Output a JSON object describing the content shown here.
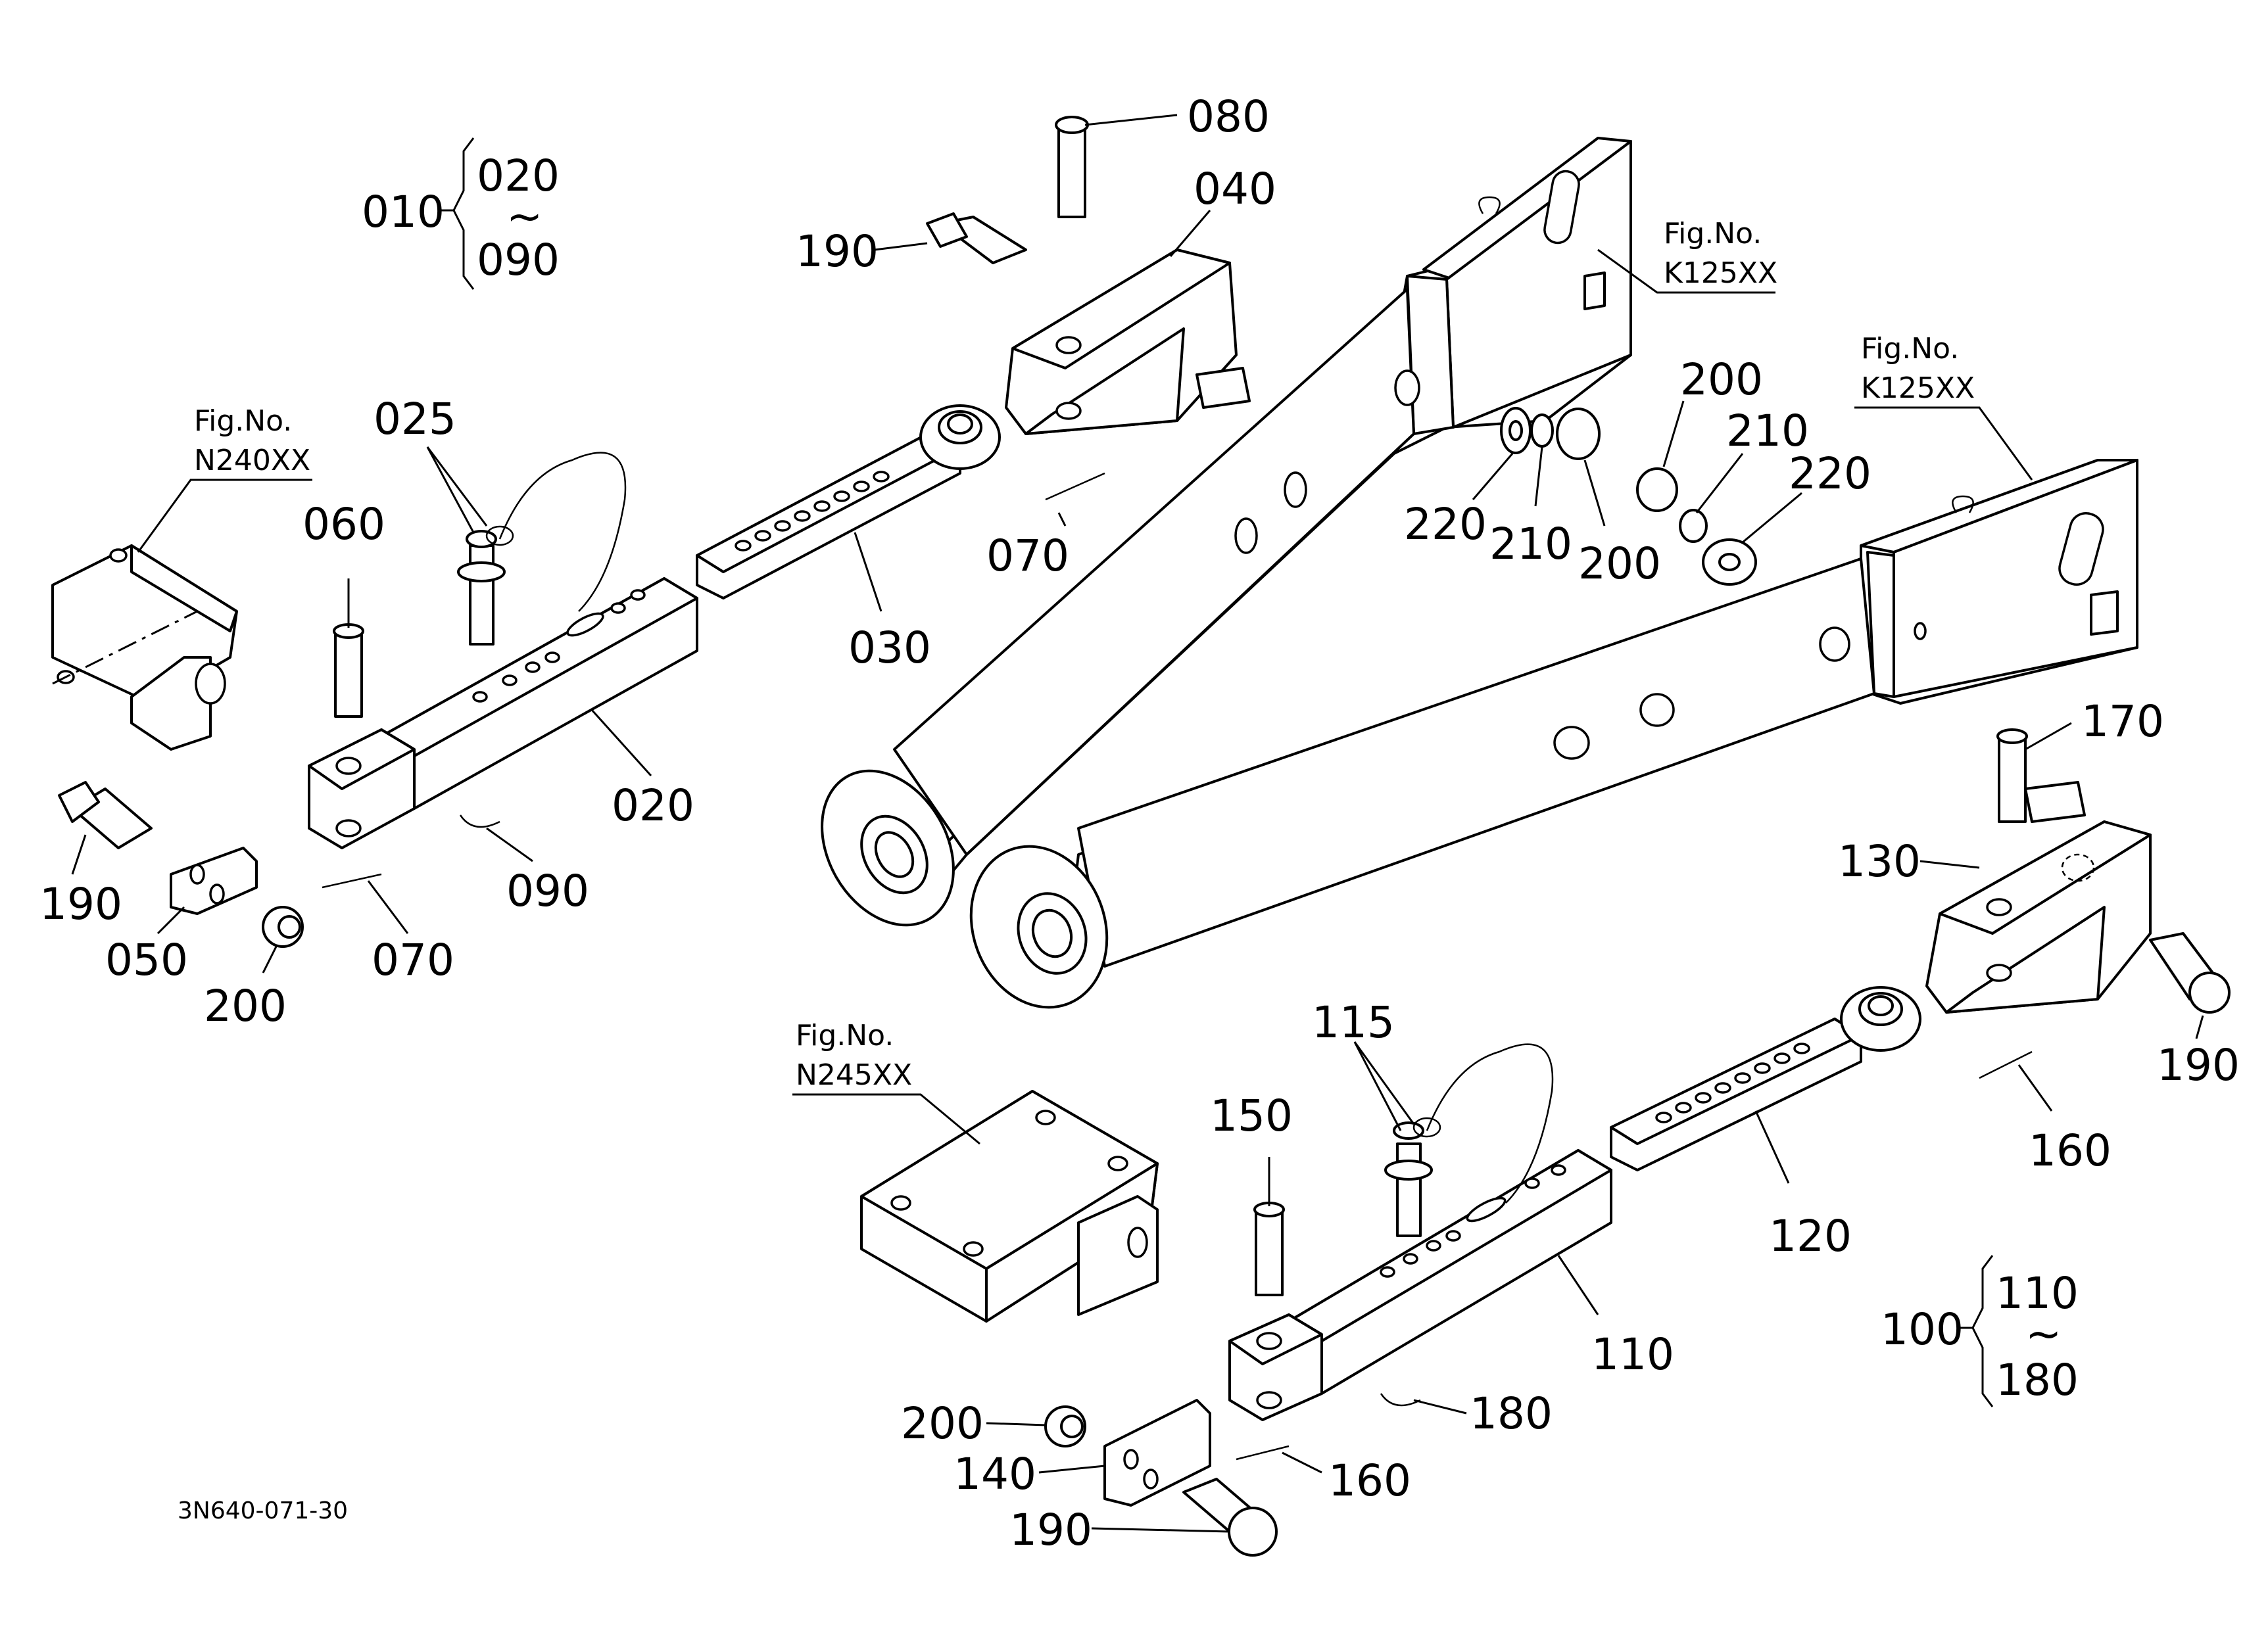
{
  "diagram": {
    "drawing_code": "3N640-071-30",
    "figure_refs": [
      {
        "id": "fig-k125-upper",
        "line1": "Fig.No.",
        "line2": "K125XX"
      },
      {
        "id": "fig-k125-lower",
        "line1": "Fig.No.",
        "line2": "K125XX"
      },
      {
        "id": "fig-n240",
        "line1": "Fig.No.",
        "line2": "N240XX"
      },
      {
        "id": "fig-n245",
        "line1": "Fig.No.",
        "line2": "N245XX"
      }
    ],
    "assembly_groups": [
      {
        "assembly": "010",
        "from": "020",
        "tilde": "~",
        "to": "090"
      },
      {
        "assembly": "100",
        "from": "110",
        "tilde": "~",
        "to": "180"
      }
    ],
    "callouts": [
      "080",
      "040",
      "190",
      "025",
      "060",
      "030",
      "070",
      "020",
      "090",
      "190",
      "050",
      "200",
      "070",
      "220",
      "210",
      "200",
      "200",
      "210",
      "220",
      "170",
      "130",
      "190",
      "160",
      "115",
      "150",
      "120",
      "110",
      "180",
      "160",
      "200",
      "140",
      "190"
    ]
  }
}
